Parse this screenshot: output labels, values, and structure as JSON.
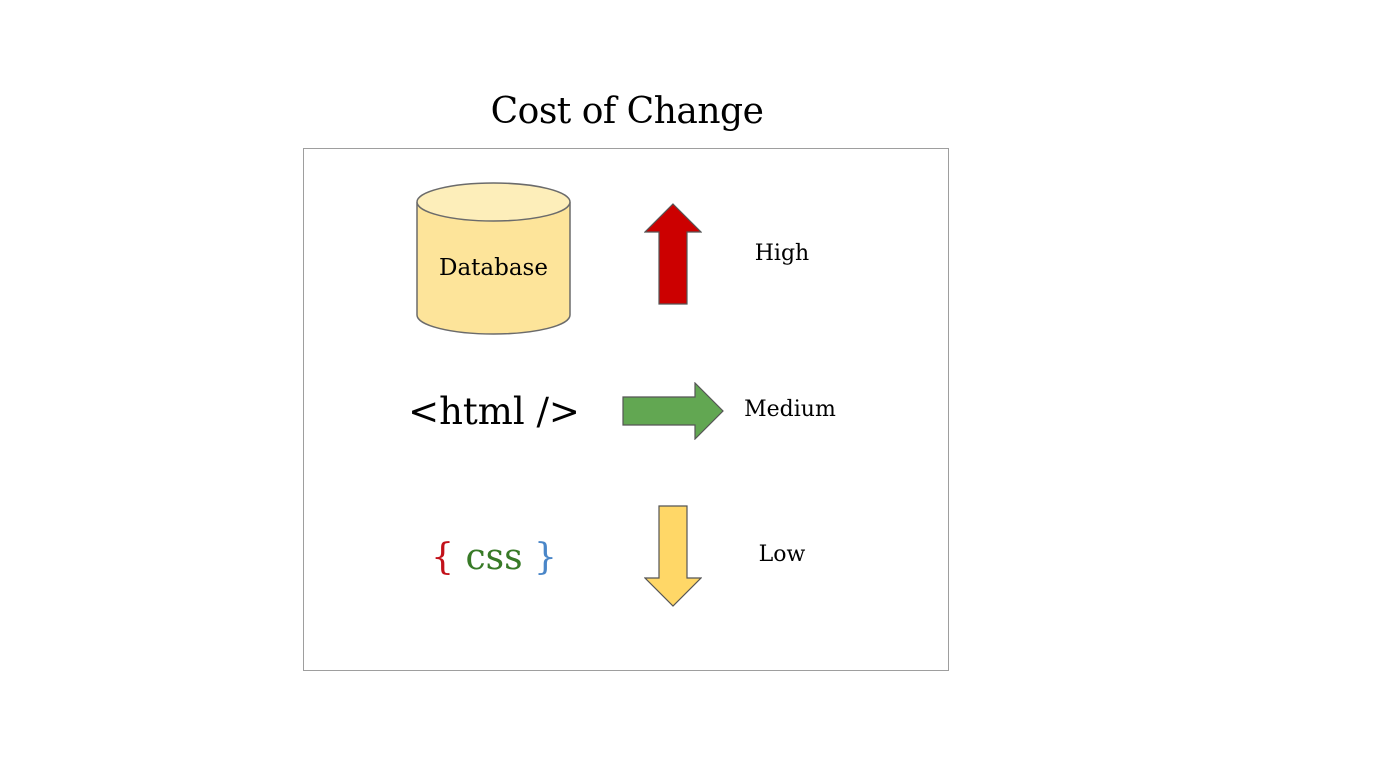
{
  "title": "Cost of Change",
  "database": {
    "label": "Database",
    "fill": "#fde49a",
    "top_fill": "#fdeeba",
    "stroke": "#6b6b6b"
  },
  "html_label": "<html />",
  "css_label": {
    "open_brace": "{",
    "text": "css",
    "close_brace": "}",
    "open_color": "#c2111a",
    "text_color": "#387a27",
    "close_color": "#4a86c8"
  },
  "levels": [
    {
      "label": "High",
      "direction": "up",
      "color": "#cc0000"
    },
    {
      "label": "Medium",
      "direction": "right",
      "color": "#62a752"
    },
    {
      "label": "Low",
      "direction": "down",
      "color": "#ffd767"
    }
  ],
  "frame_border_color": "#9e9e9e"
}
